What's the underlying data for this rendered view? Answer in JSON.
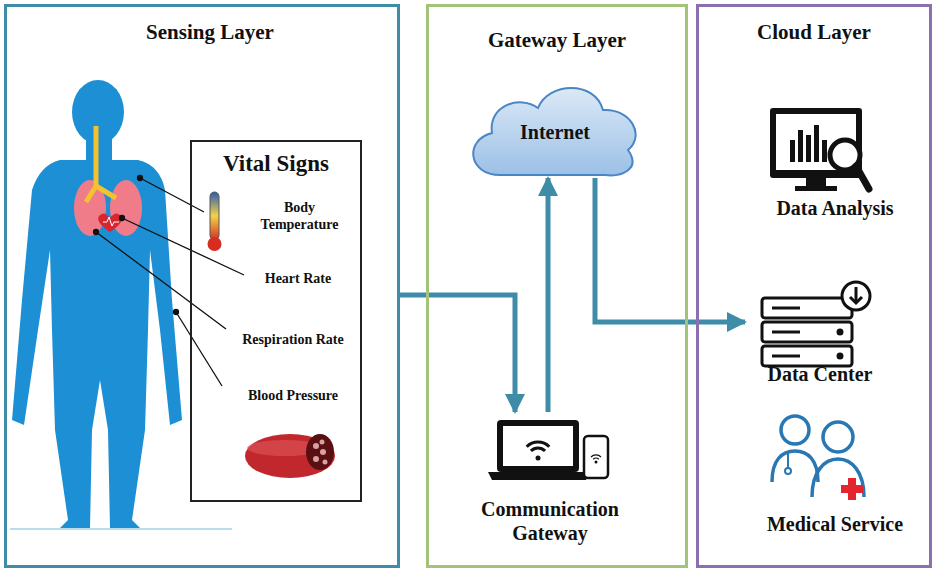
{
  "diagram": {
    "nodes": [
      {
        "text": [
          "Sensing Layer"
        ]
      },
      {
        "text": [
          "Vital Signs",
          "Body Temperature",
          "Heart Rate",
          "Respiration Rate",
          "Blood Pressure"
        ],
        "in": 0
      },
      {
        "text": [
          "Gateway Layer"
        ]
      },
      {
        "text": [
          "Internet"
        ],
        "in": 2
      },
      {
        "text": [
          "Communication Gateway"
        ],
        "in": 2
      },
      {
        "text": [
          "Cloud Layer"
        ]
      },
      {
        "text": [
          "Data Analysis"
        ],
        "in": 5
      },
      {
        "text": [
          "Data Center"
        ],
        "in": 5
      },
      {
        "text": [
          "Medical Service"
        ],
        "in": 5
      }
    ],
    "edges": [
      {
        "from": 0,
        "to": 4,
        "arrow": "to"
      },
      {
        "from": 4,
        "to": 3,
        "arrow": "to"
      },
      {
        "from": 3,
        "to": 7,
        "arrow": "to"
      }
    ]
  }
}
